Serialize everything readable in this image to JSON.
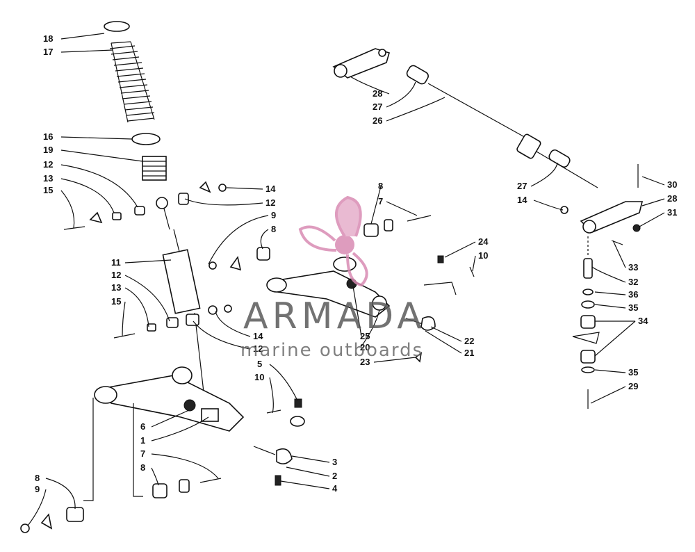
{
  "watermark": {
    "title": "ARMADA",
    "subtitle": "marine outboards",
    "logo_color": "#d98bb3",
    "text_color": "#5a5a5a"
  },
  "callouts": [
    {
      "label": "18"
    },
    {
      "label": "17"
    },
    {
      "label": "16"
    },
    {
      "label": "19"
    },
    {
      "label": "12"
    },
    {
      "label": "13"
    },
    {
      "label": "15"
    },
    {
      "label": "14"
    },
    {
      "label": "12"
    },
    {
      "label": "9"
    },
    {
      "label": "8"
    },
    {
      "label": "11"
    },
    {
      "label": "12"
    },
    {
      "label": "13"
    },
    {
      "label": "15"
    },
    {
      "label": "14"
    },
    {
      "label": "12"
    },
    {
      "label": "5"
    },
    {
      "label": "10"
    },
    {
      "label": "6"
    },
    {
      "label": "1"
    },
    {
      "label": "7"
    },
    {
      "label": "8"
    },
    {
      "label": "3"
    },
    {
      "label": "2"
    },
    {
      "label": "4"
    },
    {
      "label": "8"
    },
    {
      "label": "9"
    },
    {
      "label": "8"
    },
    {
      "label": "7"
    },
    {
      "label": "24"
    },
    {
      "label": "10"
    },
    {
      "label": "25"
    },
    {
      "label": "20"
    },
    {
      "label": "22"
    },
    {
      "label": "21"
    },
    {
      "label": "23"
    },
    {
      "label": "28"
    },
    {
      "label": "27"
    },
    {
      "label": "26"
    },
    {
      "label": "27"
    },
    {
      "label": "30"
    },
    {
      "label": "14"
    },
    {
      "label": "28"
    },
    {
      "label": "31"
    },
    {
      "label": "33"
    },
    {
      "label": "32"
    },
    {
      "label": "36"
    },
    {
      "label": "35"
    },
    {
      "label": "34"
    },
    {
      "label": "35"
    },
    {
      "label": "29"
    }
  ]
}
